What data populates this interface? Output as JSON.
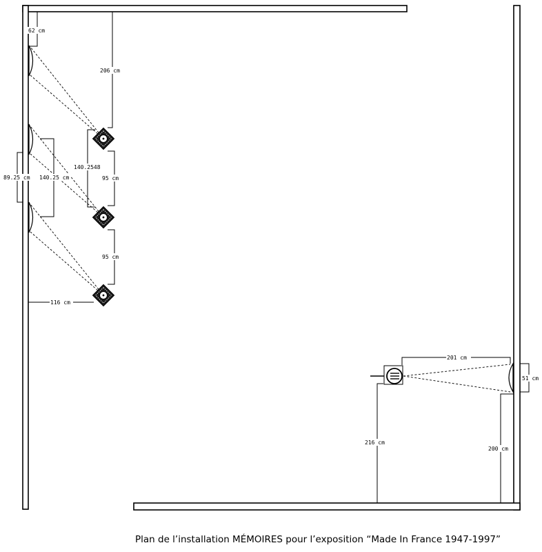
{
  "caption": "Plan de l’installation MÉMOIRES pour l’exposition “Made In France 1947-1997”",
  "labels": {
    "top_offset": "62 cm",
    "top_to_proj1": "206 cm",
    "screen_spacing": "89.25 cm",
    "screen_span": "140.25 cm",
    "proj_span": "140.2548",
    "proj_gap_1": "95 cm",
    "proj_gap_2": "95 cm",
    "wall_to_proj3": "116 cm",
    "proj_to_screen_right": "201 cm",
    "screen_right_width": "51 cm",
    "proj_right_to_bottom": "216 cm",
    "screen_right_to_bottom": "200 cm"
  }
}
